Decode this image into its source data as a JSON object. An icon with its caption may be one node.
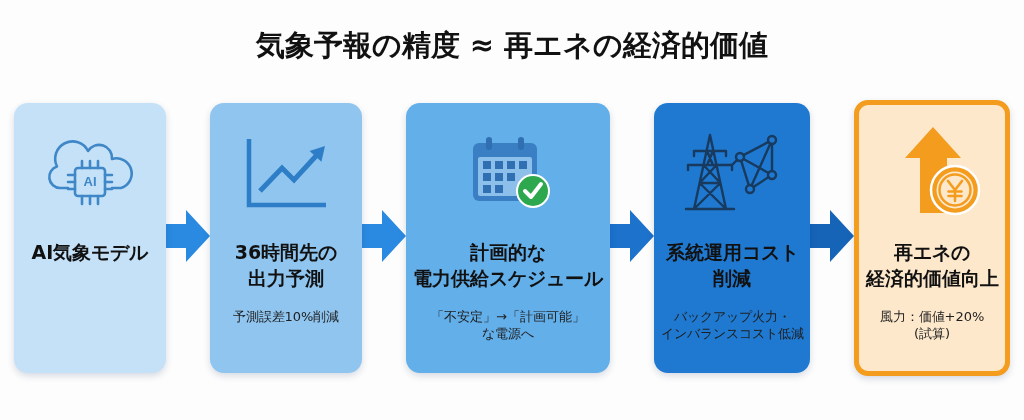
{
  "diagram": {
    "title": "気象予報の精度 ≈ 再エネの経済的価値",
    "nodes": [
      {
        "text": [
          "AI",
          "AI気象モデル"
        ]
      },
      {
        "text": [
          "36時間先の出力予測",
          "予測誤差10%削減"
        ]
      },
      {
        "text": [
          "計画的な電力供給スケジュール",
          "「不安定」→「計画可能」な電源へ"
        ]
      },
      {
        "text": [
          "系統運用コスト削減",
          "バックアップ火力・インバランスコスト低減"
        ]
      },
      {
        "text": [
          "再エネの経済的価値向上",
          "風力：価値+20%(試算)"
        ]
      }
    ],
    "edges": [
      {
        "from": 0,
        "to": 1,
        "arrow": "to"
      },
      {
        "from": 1,
        "to": 2,
        "arrow": "to"
      },
      {
        "from": 2,
        "to": 3,
        "arrow": "to",
        "color": "#1d72cc"
      },
      {
        "from": 3,
        "to": 4,
        "arrow": "to",
        "color": "#1664b8"
      }
    ]
  }
}
